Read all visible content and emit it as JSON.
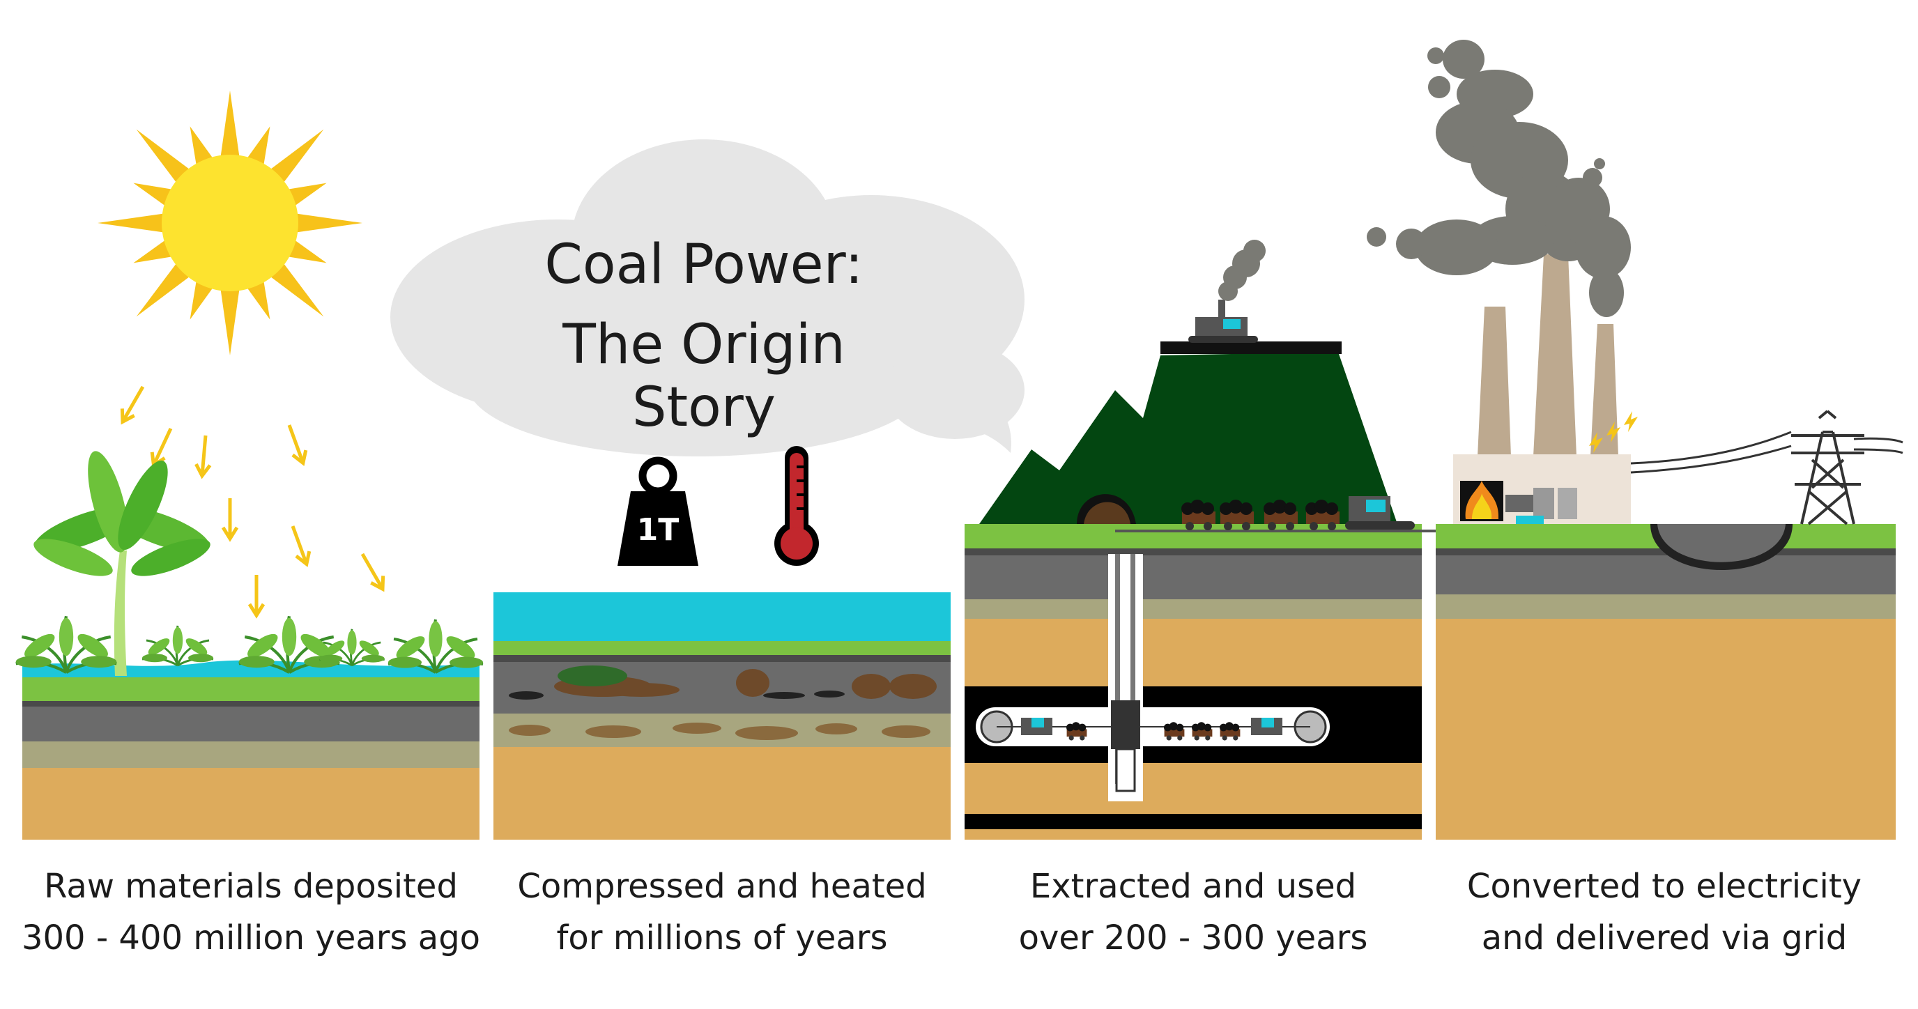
{
  "title": {
    "line1": "Coal Power:",
    "line2": "The Origin Story"
  },
  "weight_label": "1T",
  "stages": [
    {
      "line1": "Raw materials deposited",
      "line2": "300 - 400 million years ago"
    },
    {
      "line1": "Compressed and heated",
      "line2": "for millions of years"
    },
    {
      "line1": "Extracted and used",
      "line2": "over 200 - 300 years"
    },
    {
      "line1": "Converted to electricity",
      "line2": "and delivered via grid"
    }
  ],
  "colors": {
    "sun": "#fde32f",
    "sun_rays": "#f7c21a",
    "grass": "#7cc242",
    "water": "#1cc6d9",
    "rock_dark": "#5d5d5d",
    "rock_grey": "#7e7e7e",
    "clay": "#a8a67f",
    "sand": "#ddab5c",
    "mountain": "#034611",
    "smoke": "#7a7a74",
    "chimney": "#bda98f",
    "cloud": "#e6e6e6",
    "thermometer": "#c2272d"
  },
  "icons": [
    "sun-icon",
    "palm-tree-icon",
    "fern-icon",
    "weight-icon",
    "thermometer-icon",
    "mine-cart-icon",
    "excavator-icon",
    "factory-icon",
    "chimney-icon",
    "smoke-icon",
    "power-pylon-icon",
    "furnace-fire-icon",
    "lightning-icon"
  ]
}
